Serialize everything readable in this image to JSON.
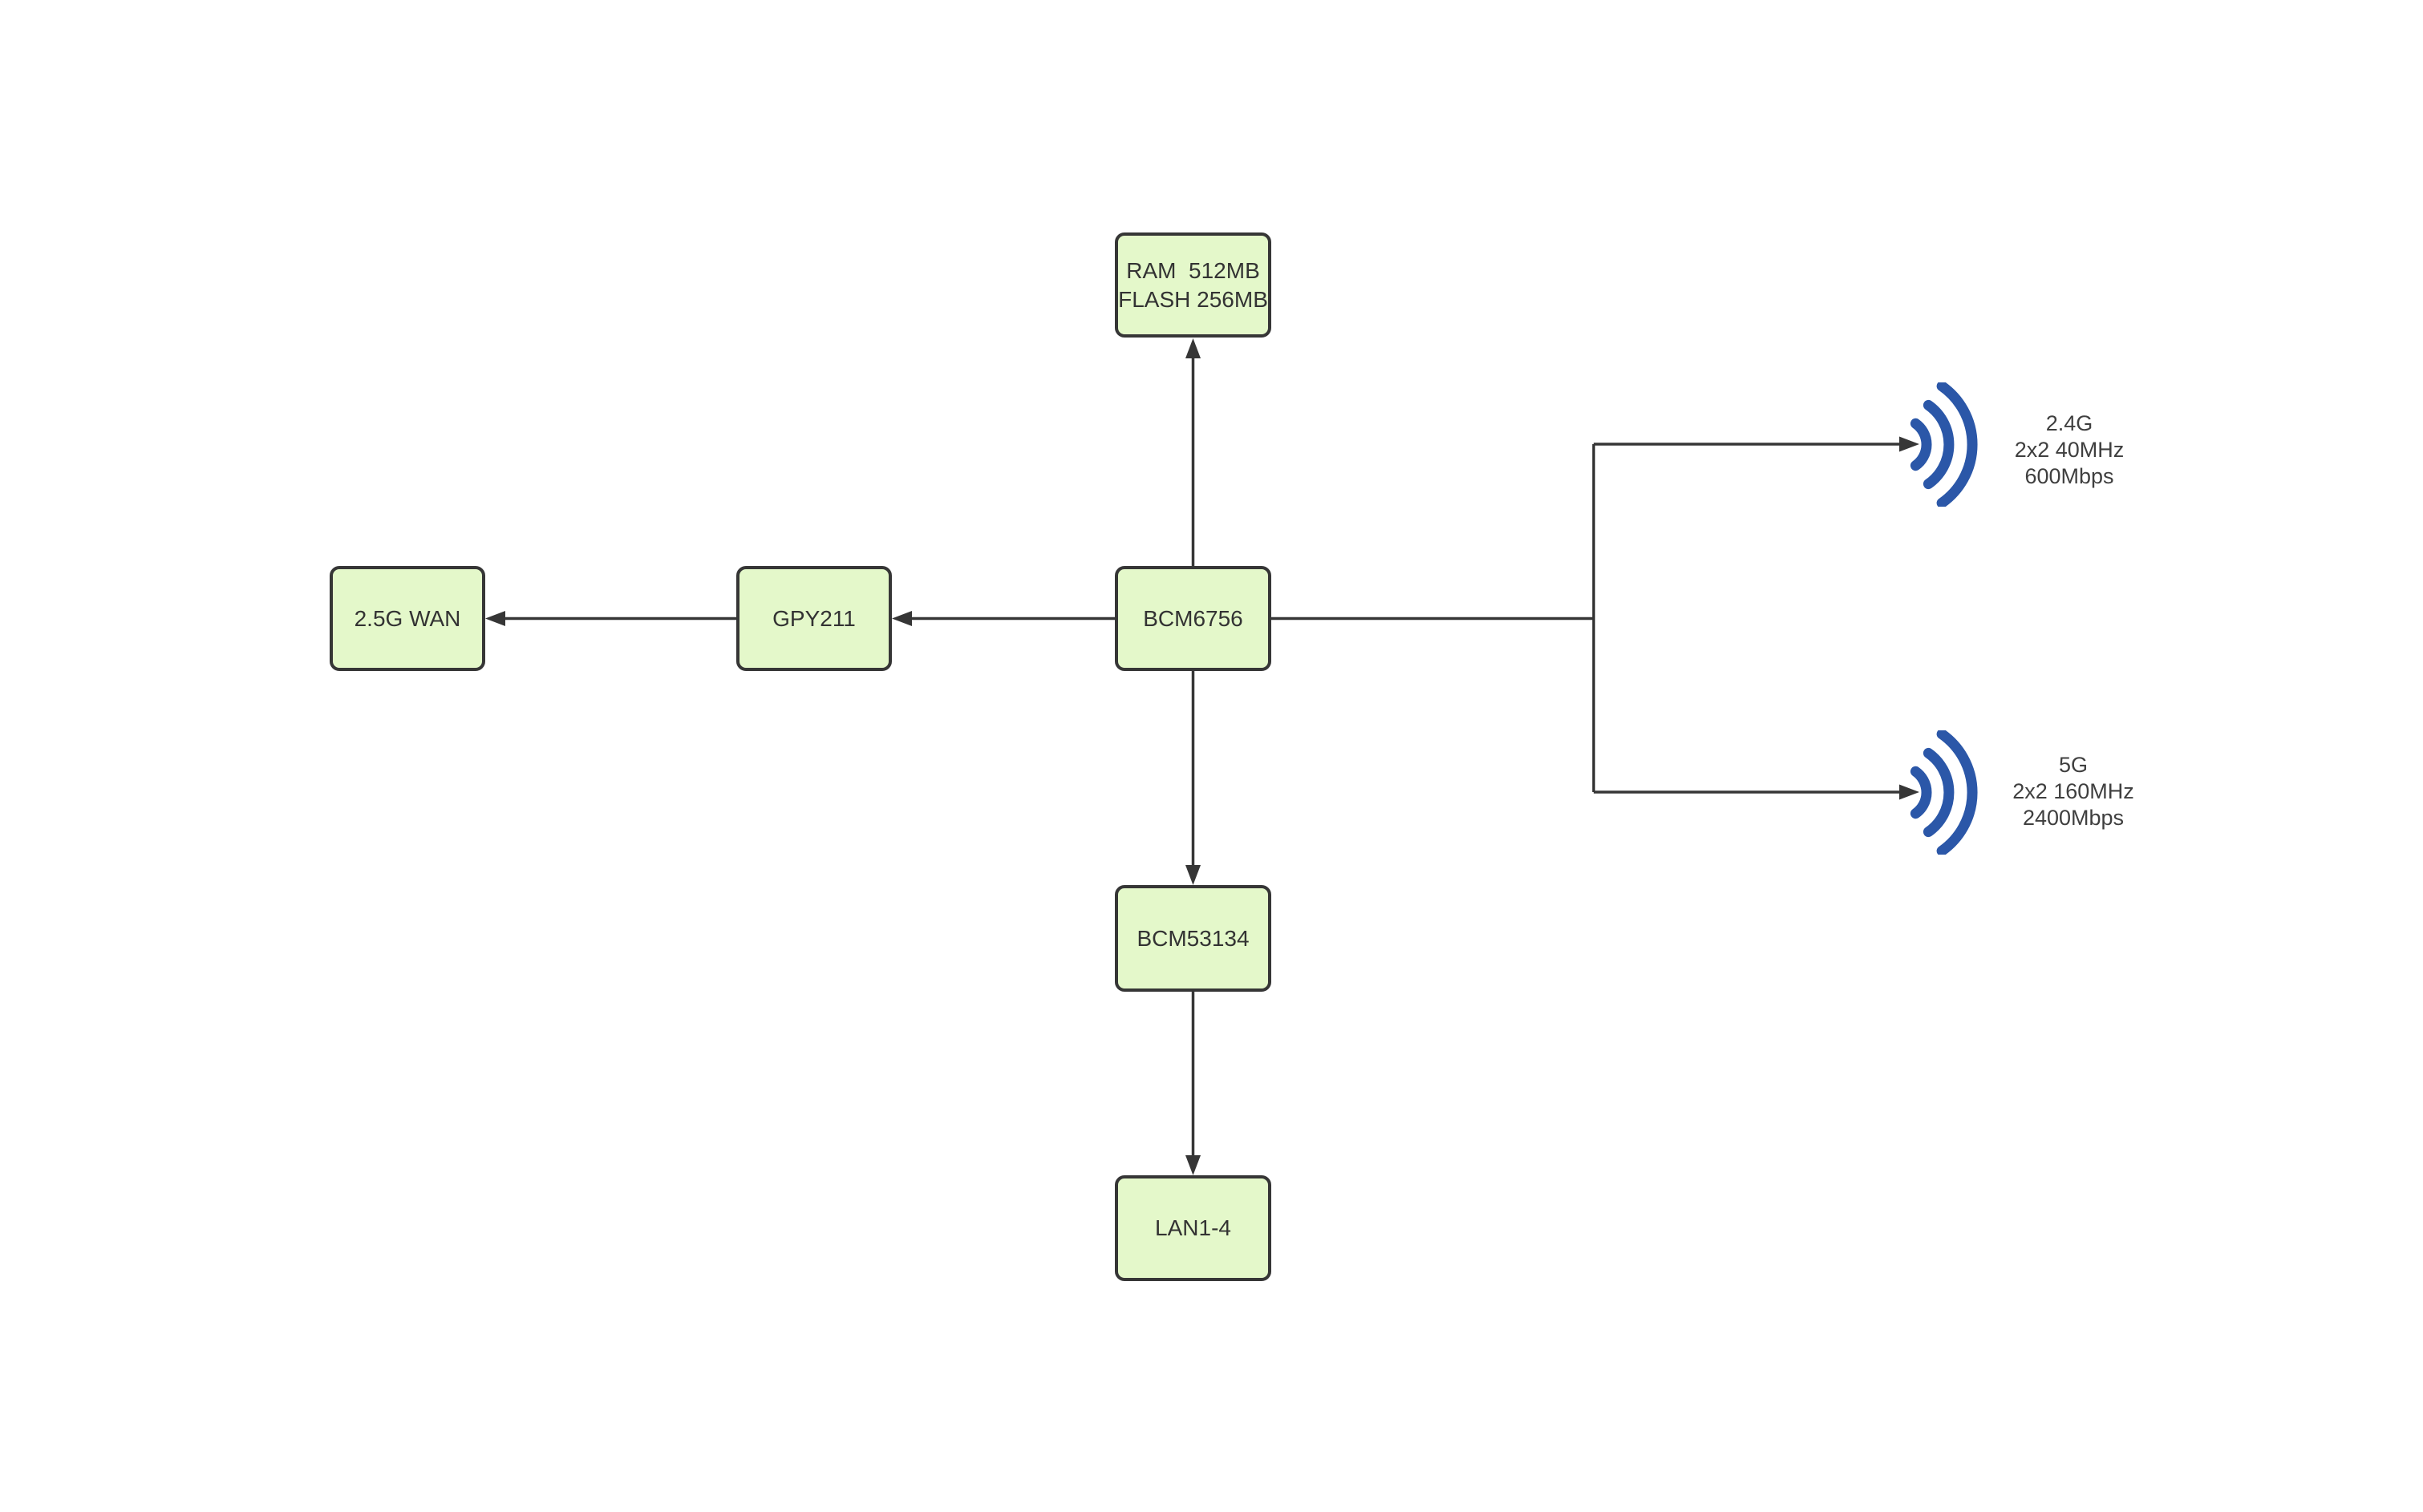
{
  "colors": {
    "background": "#ffffff",
    "node_fill": "#e4f8ca",
    "node_border": "#363636",
    "connector": "#363636",
    "wifi_icon_blue": "#2b57a8",
    "text": "#333333"
  },
  "nodes": {
    "ram": {
      "line1": "RAM  512MB",
      "line2": "FLASH 256MB"
    },
    "wan": {
      "label": "2.5G WAN"
    },
    "gpy": {
      "label": "GPY211"
    },
    "soc": {
      "label": "BCM6756"
    },
    "switch": {
      "label": "BCM53134"
    },
    "lan": {
      "label": "LAN1-4"
    }
  },
  "radios": {
    "band24": {
      "icon": "wifi-signal-icon",
      "band": "2.4G",
      "config": "2x2 40MHz",
      "rate": "600Mbps"
    },
    "band5": {
      "icon": "wifi-signal-icon",
      "band": "5G",
      "config": "2x2 160MHz",
      "rate": "2400Mbps"
    }
  },
  "edges": [
    {
      "from": "BCM6756",
      "to": "RAM 512MB / FLASH 256MB",
      "arrow": "to"
    },
    {
      "from": "BCM6756",
      "to": "GPY211",
      "arrow": "to"
    },
    {
      "from": "GPY211",
      "to": "2.5G WAN",
      "arrow": "to"
    },
    {
      "from": "BCM6756",
      "to": "BCM53134",
      "arrow": "to"
    },
    {
      "from": "BCM53134",
      "to": "LAN1-4",
      "arrow": "to"
    },
    {
      "from": "BCM6756",
      "to": "2.4G radio",
      "arrow": "to"
    },
    {
      "from": "BCM6756",
      "to": "5G radio",
      "arrow": "to"
    }
  ]
}
